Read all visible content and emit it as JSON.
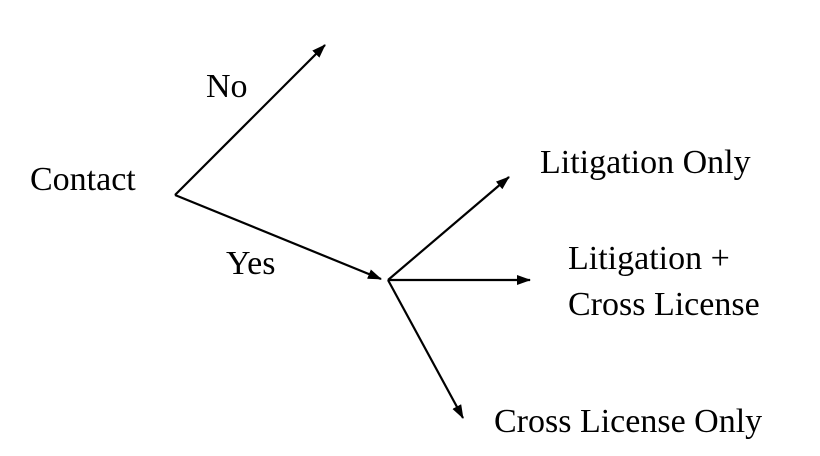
{
  "diagram": {
    "nodes": {
      "root": "Contact",
      "outcome_litigation_only": "Litigation Only",
      "outcome_litigation_cross_line1": "Litigation +",
      "outcome_litigation_cross_line2": "Cross License",
      "outcome_cross_license_only": "Cross License Only"
    },
    "edges": {
      "no": "No",
      "yes": "Yes"
    },
    "colors": {
      "ink": "#000000",
      "background": "#ffffff"
    }
  }
}
